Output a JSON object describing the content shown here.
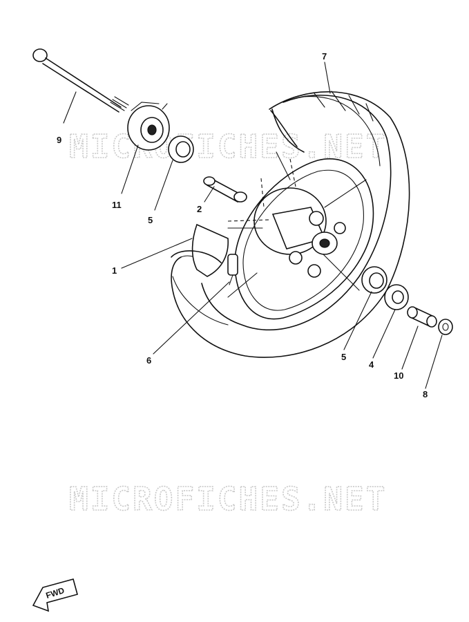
{
  "watermark": {
    "text": "MICROFICHES.NET"
  },
  "callouts": [
    {
      "id": "1",
      "label": "1"
    },
    {
      "id": "2",
      "label": "2"
    },
    {
      "id": "4",
      "label": "4"
    },
    {
      "id": "5a",
      "label": "5"
    },
    {
      "id": "5b",
      "label": "5"
    },
    {
      "id": "6",
      "label": "6"
    },
    {
      "id": "7",
      "label": "7"
    },
    {
      "id": "8",
      "label": "8"
    },
    {
      "id": "9",
      "label": "9"
    },
    {
      "id": "10",
      "label": "10"
    },
    {
      "id": "11",
      "label": "11"
    }
  ],
  "direction_badge": {
    "label": "FWD"
  }
}
